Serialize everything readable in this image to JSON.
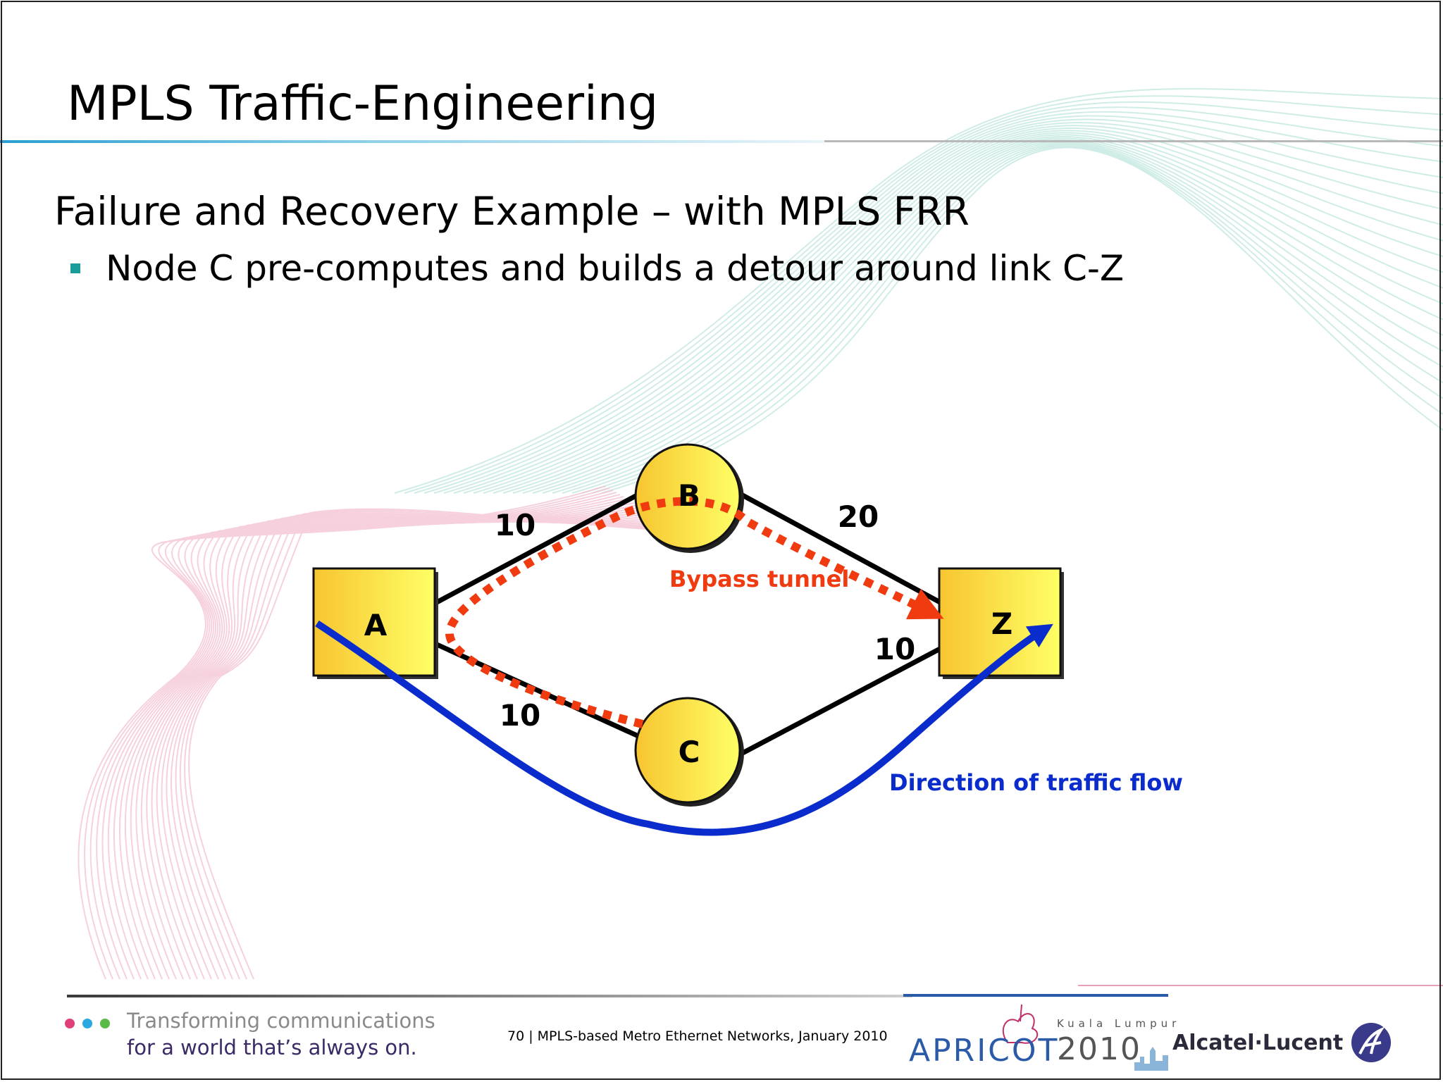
{
  "slide": {
    "title": "MPLS Traffic-Engineering",
    "subtitle": "Failure and Recovery Example – with MPLS FRR",
    "bullet": "Node C pre-computes and builds a detour around link C-Z"
  },
  "diagram": {
    "nodes": [
      {
        "id": "A",
        "label": "A",
        "shape": "square"
      },
      {
        "id": "B",
        "label": "B",
        "shape": "circle"
      },
      {
        "id": "C",
        "label": "C",
        "shape": "circle"
      },
      {
        "id": "Z",
        "label": "Z",
        "shape": "square"
      }
    ],
    "links": [
      {
        "from": "A",
        "to": "B",
        "metric": "10"
      },
      {
        "from": "B",
        "to": "Z",
        "metric": "20"
      },
      {
        "from": "A",
        "to": "C",
        "metric": "10"
      },
      {
        "from": "C",
        "to": "Z",
        "metric": "10"
      }
    ],
    "bypass_label": "Bypass tunnel",
    "flow_label": "Direction of traffic flow",
    "colors": {
      "node_fill_start": "#f7c530",
      "node_fill_end": "#ffff66",
      "bypass": "#f03a10",
      "flow": "#0a2ccc"
    }
  },
  "footer": {
    "tagline_line1": "Transforming communications",
    "tagline_line2": "for a world that’s always on.",
    "page_info": "70 | MPLS-based Metro Ethernet Networks, January 2010",
    "apricot_word": "APRICOT",
    "apricot_city": "Kuala Lumpur",
    "apricot_year": "2010",
    "company": "Alcatel·Lucent",
    "dot_colors": [
      "#e0407a",
      "#2aa8e0",
      "#5aba48"
    ]
  }
}
